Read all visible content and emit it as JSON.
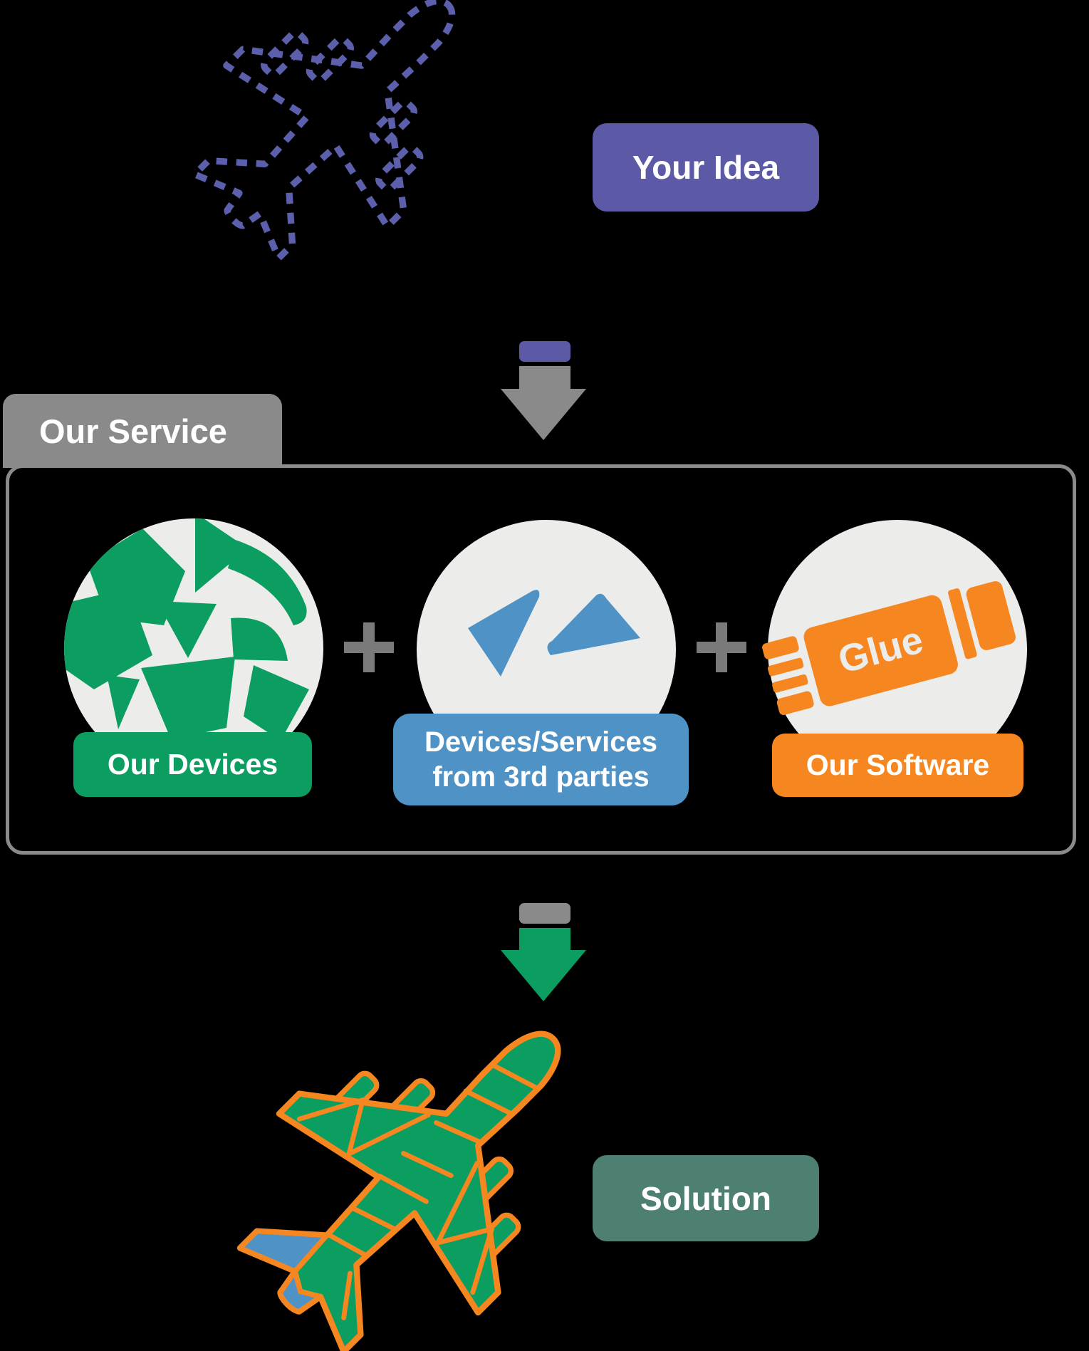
{
  "idea": {
    "label": "Your Idea",
    "icon": "dashed-airplane-icon",
    "color": "#5C59A7"
  },
  "arrows": [
    {
      "icon": "down-arrow-icon",
      "accent_color": "#5C59A7",
      "body_color": "#8A8A8A"
    },
    {
      "icon": "down-arrow-icon",
      "accent_color": "#8A8A8A",
      "body_color": "#0B9E60"
    }
  ],
  "service": {
    "tab_label": "Our Service",
    "separator": "+",
    "items": [
      {
        "label": "Our Devices",
        "color": "#0B9E60",
        "icon": "scattered-green-shapes-icon"
      },
      {
        "label_line1": "Devices/Services",
        "label_line2": "from 3rd parties",
        "color": "#4E92C6",
        "icon": "blue-fragments-icon"
      },
      {
        "label": "Our Software",
        "color": "#F68620",
        "icon": "glue-stick-icon",
        "glue_text": "Glue"
      }
    ]
  },
  "solution": {
    "label": "Solution",
    "icon": "assembled-airplane-icon",
    "color": "#4D7F73"
  },
  "colors": {
    "background": "#000000",
    "purple": "#5C59A7",
    "purple_dash": "#5C5FAC",
    "gray": "#8A8A8A",
    "plus_gray": "#7A7A7A",
    "circle_fill": "#ECECEB",
    "green": "#0B9E60",
    "blue": "#4E92C6",
    "orange": "#F68620",
    "teal": "#4D7F73",
    "text": "#FFFFFF"
  }
}
